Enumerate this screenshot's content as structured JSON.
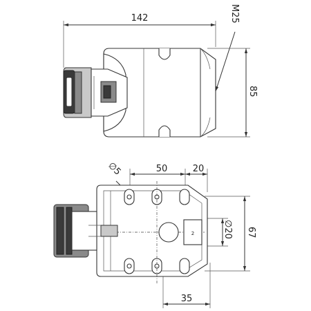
{
  "drawing": {
    "top_view": {
      "width_label": "142",
      "height_label": "85",
      "thread_label": "M25"
    },
    "bottom_view": {
      "hole_diameter_label": "5",
      "spacing_a_label": "50",
      "spacing_b_label": "20",
      "bore_diameter_label": "20",
      "height_label": "67",
      "offset_label": "35",
      "part_mark": "2"
    },
    "symbols": {
      "diameter": "∅"
    }
  }
}
